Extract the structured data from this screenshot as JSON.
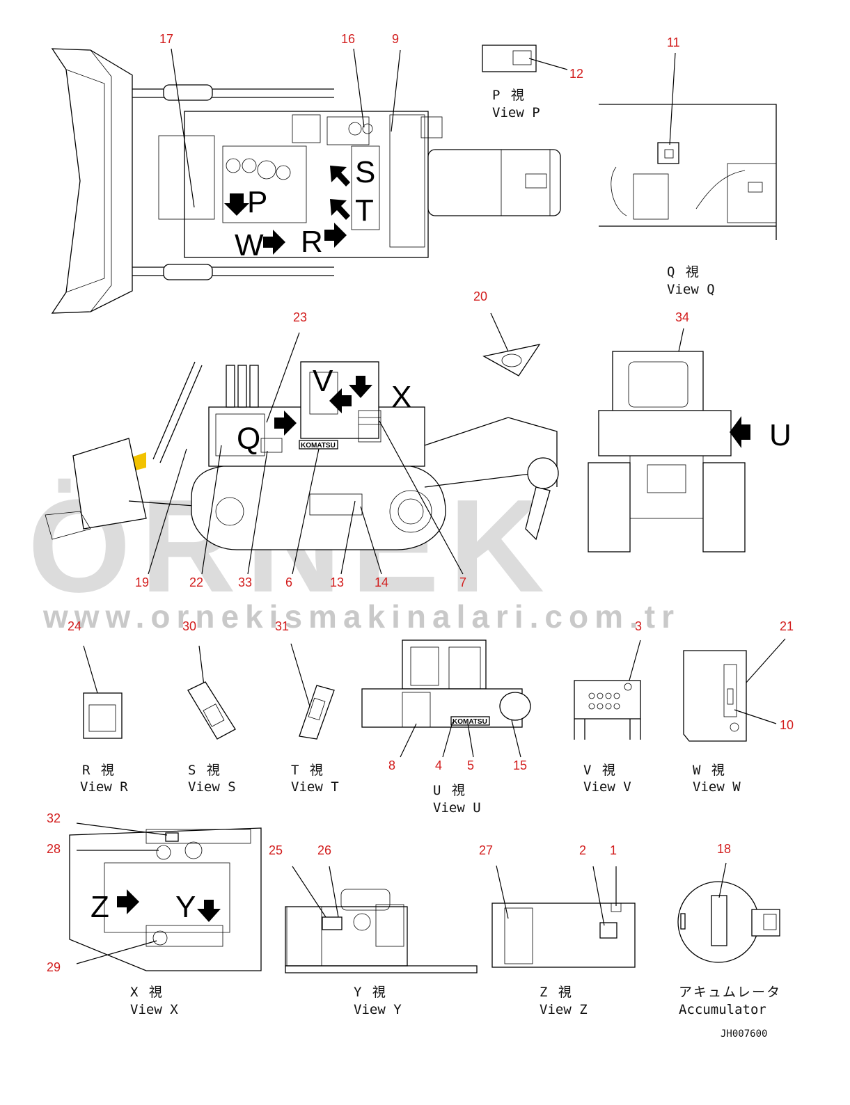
{
  "callouts": {
    "n1": "1",
    "n2": "2",
    "n3": "3",
    "n4": "4",
    "n5": "5",
    "n6": "6",
    "n7": "7",
    "n8": "8",
    "n9": "9",
    "n10": "10",
    "n11": "11",
    "n12": "12",
    "n13": "13",
    "n14": "14",
    "n15": "15",
    "n16": "16",
    "n17": "17",
    "n18": "18",
    "n19": "19",
    "n20": "20",
    "n21": "21",
    "n22": "22",
    "n23": "23",
    "n24": "24",
    "n25": "25",
    "n26": "26",
    "n27": "27",
    "n28": "28",
    "n29": "29",
    "n30": "30",
    "n31": "31",
    "n32": "32",
    "n33": "33",
    "n34": "34"
  },
  "view_letters": {
    "P": "P",
    "Q": "Q",
    "R": "R",
    "S": "S",
    "T": "T",
    "U": "U",
    "V": "V",
    "W": "W",
    "X": "X",
    "Y": "Y",
    "Z": "Z"
  },
  "view_captions": {
    "P": {
      "jp": "P 視",
      "en": "View P"
    },
    "Q": {
      "jp": "Q 視",
      "en": "View Q"
    },
    "R": {
      "jp": "R 視",
      "en": "View R"
    },
    "S": {
      "jp": "S 視",
      "en": "View S"
    },
    "T": {
      "jp": "T 視",
      "en": "View T"
    },
    "U": {
      "jp": "U 視",
      "en": "View U"
    },
    "V": {
      "jp": "V 視",
      "en": "View V"
    },
    "W": {
      "jp": "W 視",
      "en": "View W"
    },
    "X": {
      "jp": "X 視",
      "en": "View X"
    },
    "Y": {
      "jp": "Y 視",
      "en": "View Y"
    },
    "Z": {
      "jp": "Z 視",
      "en": "View Z"
    },
    "accumulator": {
      "jp": "アキュムレータ",
      "en": "Accumulator"
    }
  },
  "brand_plate": "KOMATSU",
  "drawing_code": "JH007600",
  "watermark": {
    "big": "ÖRNEK",
    "url": "www.ornekismakinalari.com.tr"
  },
  "colors": {
    "callout": "#d21c1c",
    "line": "#000000",
    "watermark": "#d6d6d6",
    "watermark_accent": "#f2c200"
  }
}
